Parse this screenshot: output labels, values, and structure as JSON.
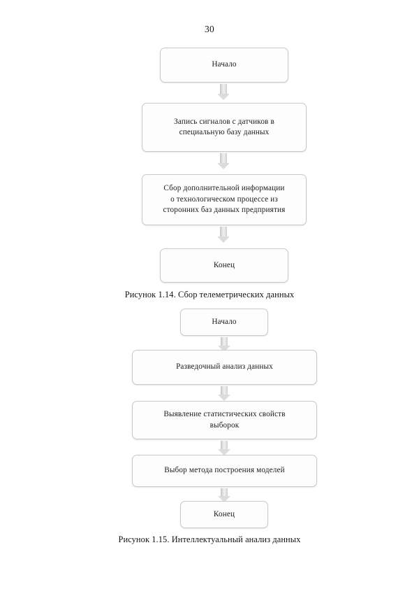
{
  "document": {
    "page_number": "30",
    "figures": [
      {
        "id": "figure-1-14",
        "caption": "Рисунок 1.14. Сбор телеметрических данных",
        "nodes": [
          {
            "id": "start",
            "label": "Начало"
          },
          {
            "id": "record-signals",
            "label": "Запись сигналов с датчиков в\nспециальную базу данных"
          },
          {
            "id": "collect-extra-info",
            "label": "Сбор дополнительной информации\nо технологическом процессе из\nсторонних баз данных предприятия"
          },
          {
            "id": "end",
            "label": "Конец"
          }
        ],
        "connectors": [
          "arrow-down",
          "arrow-down",
          "arrow-down"
        ]
      },
      {
        "id": "figure-1-15",
        "caption": "Рисунок 1.15. Интеллектуальный анализ данных",
        "nodes": [
          {
            "id": "start",
            "label": "Начало"
          },
          {
            "id": "exploratory-analysis",
            "label": "Разведочный анализ данных"
          },
          {
            "id": "statistical-properties",
            "label": "Выявление статистических свойств\nвыборок"
          },
          {
            "id": "model-method-choice",
            "label": "Выбор метода построения моделей"
          },
          {
            "id": "end",
            "label": "Конец"
          }
        ],
        "connectors": [
          "arrow-down",
          "arrow-down",
          "arrow-down",
          "arrow-down"
        ]
      }
    ]
  },
  "colors": {
    "node_fill": "#fdfdfd",
    "node_border": "#c9c9c9",
    "arrow_fill": "#dcdcdc",
    "text": "#1a1a1a",
    "page_background": "#ffffff"
  }
}
